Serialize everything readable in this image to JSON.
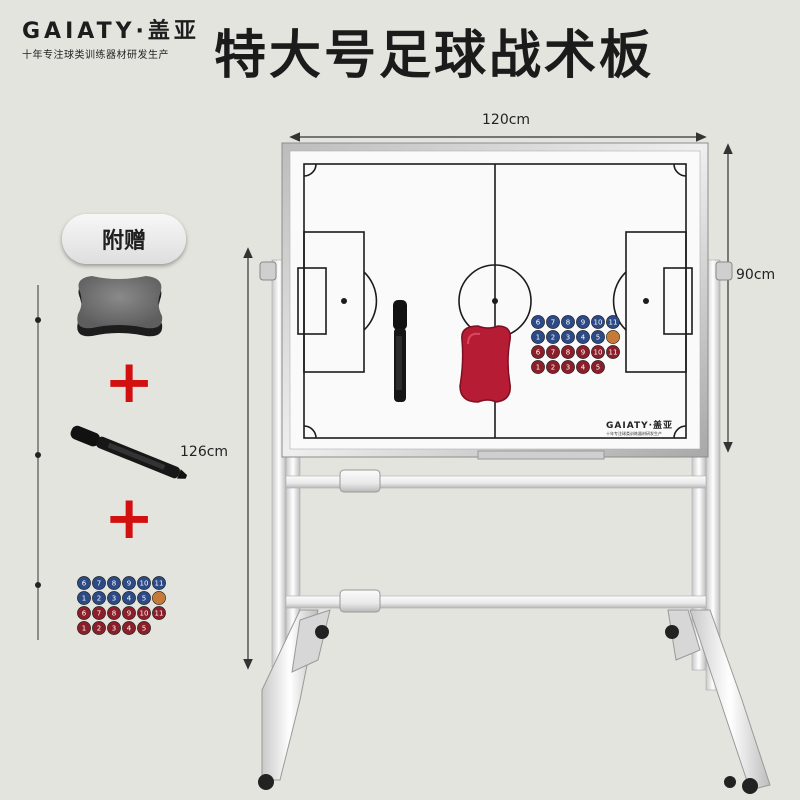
{
  "brand": {
    "logo": "GAIATY·盖亚",
    "tagline": "十年专注球类训练器材研发生产"
  },
  "title": "特大号足球战术板",
  "dimensions": {
    "width": "120cm",
    "height": "90cm",
    "stand_height": "126cm"
  },
  "gifts": {
    "badge": "附赠",
    "plus_symbol": "+"
  },
  "board_logo": {
    "main": "GAIATY·盖亚",
    "sub": "十年专注球类训练器材研发生产"
  },
  "magnets": {
    "row1": [
      "6",
      "7",
      "8",
      "9",
      "10",
      "11"
    ],
    "row2": [
      "1",
      "2",
      "3",
      "4",
      "5"
    ],
    "row3": [
      "6",
      "7",
      "8",
      "9",
      "10",
      "11"
    ],
    "row4": [
      "1",
      "2",
      "3",
      "4",
      "5"
    ]
  },
  "colors": {
    "blue_magnet": "#2c4a86",
    "red_magnet": "#8a1f2a",
    "orange_magnet": "#c57a3a",
    "eraser_red": "#b71c35",
    "plus_red": "#d21010"
  }
}
